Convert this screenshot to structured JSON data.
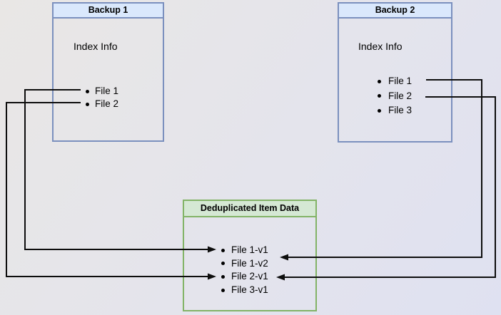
{
  "diagram": {
    "backup1": {
      "title": "Backup 1",
      "subtitle": "Index Info",
      "items": [
        "File 1",
        "File 2"
      ]
    },
    "backup2": {
      "title": "Backup 2",
      "subtitle": "Index Info",
      "items": [
        "File 1",
        "File 2",
        "File 3"
      ]
    },
    "dedup": {
      "title": "Deduplicated Item Data",
      "items": [
        "File 1-v1",
        "File 1-v2",
        "File 2-v1",
        "File 3-v1"
      ]
    }
  },
  "connections": [
    {
      "from": "Backup 1 / File 1",
      "to": "Deduplicated Item Data / File 1-v1"
    },
    {
      "from": "Backup 1 / File 2",
      "to": "Deduplicated Item Data / File 2-v1"
    },
    {
      "from": "Backup 2 / File 1",
      "to": "Deduplicated Item Data / File 1-v2"
    },
    {
      "from": "Backup 2 / File 2",
      "to": "Deduplicated Item Data / File 2-v1"
    }
  ],
  "colors": {
    "blue_header_fill": "#dae8fc",
    "blue_border": "#7b90be",
    "green_header_fill": "#d5e8d4",
    "green_border": "#82b366",
    "arrow": "#0d0d0d",
    "background_top_left": "#e9e7e5",
    "background_bottom_right": "#dfe1f1"
  }
}
